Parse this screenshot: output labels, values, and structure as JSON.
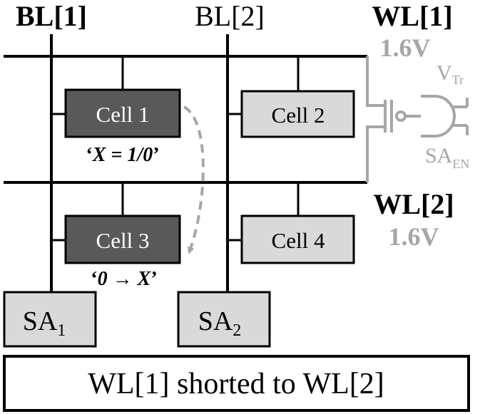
{
  "labels": {
    "bl1": "BL[1]",
    "bl2": "BL[2]",
    "wl1": "WL[1]",
    "wl2": "WL[2]",
    "wl1_voltage": "1.6V",
    "wl2_voltage": "1.6V",
    "vtr_main": "V",
    "vtr_sub": "Tr",
    "saen_main": "SA",
    "saen_sub": "EN"
  },
  "cells": {
    "cell1": "Cell 1",
    "cell2": "Cell 2",
    "cell3": "Cell 3",
    "cell4": "Cell 4"
  },
  "annotations": {
    "cell1_open": "‘",
    "cell1_math": "X = 1/0",
    "cell1_close": "’",
    "cell3_open": "‘",
    "cell3_math": "0 → X",
    "cell3_close": "’"
  },
  "sense_amps": {
    "sa1_main": "SA",
    "sa1_sub": "1",
    "sa2_main": "SA",
    "sa2_sub": "2"
  },
  "caption": "WL[1] shorted to WL[2]",
  "colors": {
    "line": "#000000",
    "selected_cell_fill": "#595959",
    "selected_cell_text": "#ffffff",
    "cell_fill": "#d9d9d9",
    "faded": "#a6a6a6"
  }
}
